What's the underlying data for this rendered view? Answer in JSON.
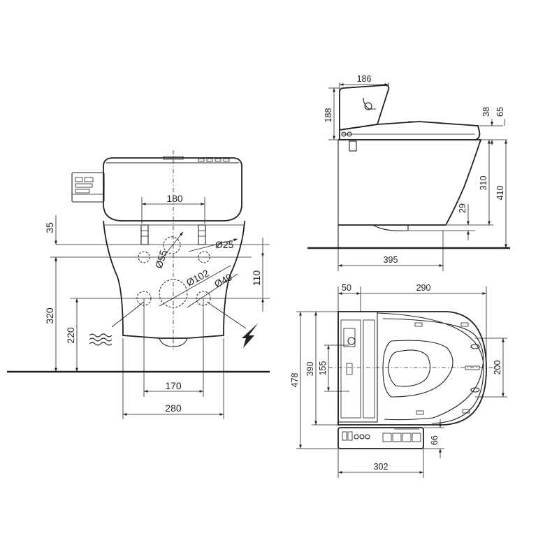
{
  "front_view": {
    "dims": {
      "d180": "180",
      "d35": "35",
      "d25": "Ø25",
      "d55": "Ø55",
      "d102": "Ø102",
      "d40": "Ø40",
      "d110": "110",
      "d320": "320",
      "d220": "220",
      "d170": "170",
      "d280": "280"
    }
  },
  "side_view": {
    "dims": {
      "d186": "186",
      "d188": "188",
      "d38": "38",
      "d65": "65",
      "d310": "310",
      "d410": "410",
      "d29": "29",
      "d395": "395"
    }
  },
  "top_view": {
    "dims": {
      "d50": "50",
      "d290": "290",
      "d390": "390",
      "d155": "155",
      "d478": "478",
      "d200": "200",
      "d66": "66",
      "d302": "302"
    }
  }
}
